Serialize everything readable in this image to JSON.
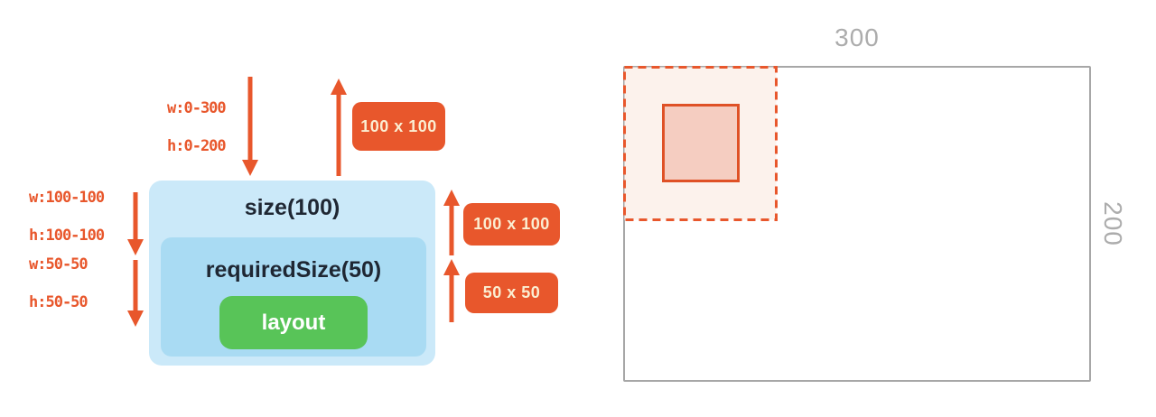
{
  "left_diagram": {
    "incoming_constraints": {
      "line1": "w:0-300",
      "line2": "h:0-200"
    },
    "size_constraints": {
      "line1": "w:100-100",
      "line2": "h:100-100"
    },
    "required_constraints": {
      "line1": "w:50-50",
      "line2": "h:50-50"
    },
    "outer_box_label": "size(100)",
    "inner_box_label": "requiredSize(50)",
    "layout_label": "layout",
    "badge_top": "100 x 100",
    "badge_middle": "100 x 100",
    "badge_bottom": "50 x 50"
  },
  "right_diagram": {
    "width_label": "300",
    "height_label": "200"
  },
  "colors": {
    "accent_orange": "#E8572C",
    "badge_text": "#FBEED2",
    "outer_box_blue": "#CBE9F9",
    "inner_box_blue": "#A9DBF3",
    "layout_green": "#58C458",
    "box_title_text": "#1F2733",
    "parent_rect_border": "#A7A7A7",
    "dimension_label_gray": "#ACACAC",
    "dashed_region_fill": "#FCF2EC",
    "measured_square_fill": "#F5CDC1",
    "measured_square_border": "#DF5126"
  }
}
